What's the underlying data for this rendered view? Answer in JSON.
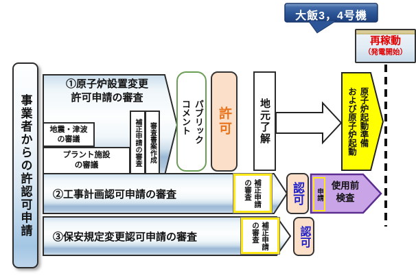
{
  "callout": {
    "label": "大飯3，4号機"
  },
  "restart_box": {
    "title": "再稼動",
    "subtitle": "（発電開始）"
  },
  "left_bar": {
    "label": "事業者からの許認可申請"
  },
  "step1": {
    "title": "①原子炉設置変更\n許可申請の審査",
    "seismic_tsunami_review": "地震・津波\nの審議",
    "plant_facility_review": "プラント施設\nの審議",
    "amendment_application_review": "補正申請の審査",
    "draft_review_report": "審査書案作成"
  },
  "mid_flow": {
    "public_comment": "パブリック\nコメント",
    "permission": "許可",
    "local_consent": "地元了解",
    "reactor_startup": "原子炉起動準備\nおよび原子炉起動"
  },
  "step2": {
    "title": "②工事計画認可申請の審査",
    "amendment_application_review": "補正申請\nの審査",
    "approval": "認可",
    "application": "申請",
    "pre_service_inspection": "使用前\n検査"
  },
  "step3": {
    "title": "③保安規定変更認可申請の審査",
    "amendment_application_review": "補正申請\nの審査",
    "approval": "認可"
  },
  "colors": {
    "callout_bg": "#2B5596",
    "restart_text": "#E00000",
    "restart_top_stripe": "#D8CB95",
    "permission_text": "#E8731A",
    "approval_text": "#2020C8",
    "startup_arrow_yellow": "#FFFF00",
    "inspection_arrow_purple": "#C9A5E8",
    "inspection_border_purple": "#5B2D8E",
    "highlight_border_yellow": "#FFE815",
    "public_comment_border_green": "#6B9E55",
    "permission_bg_peach": "#FBDFC9"
  }
}
